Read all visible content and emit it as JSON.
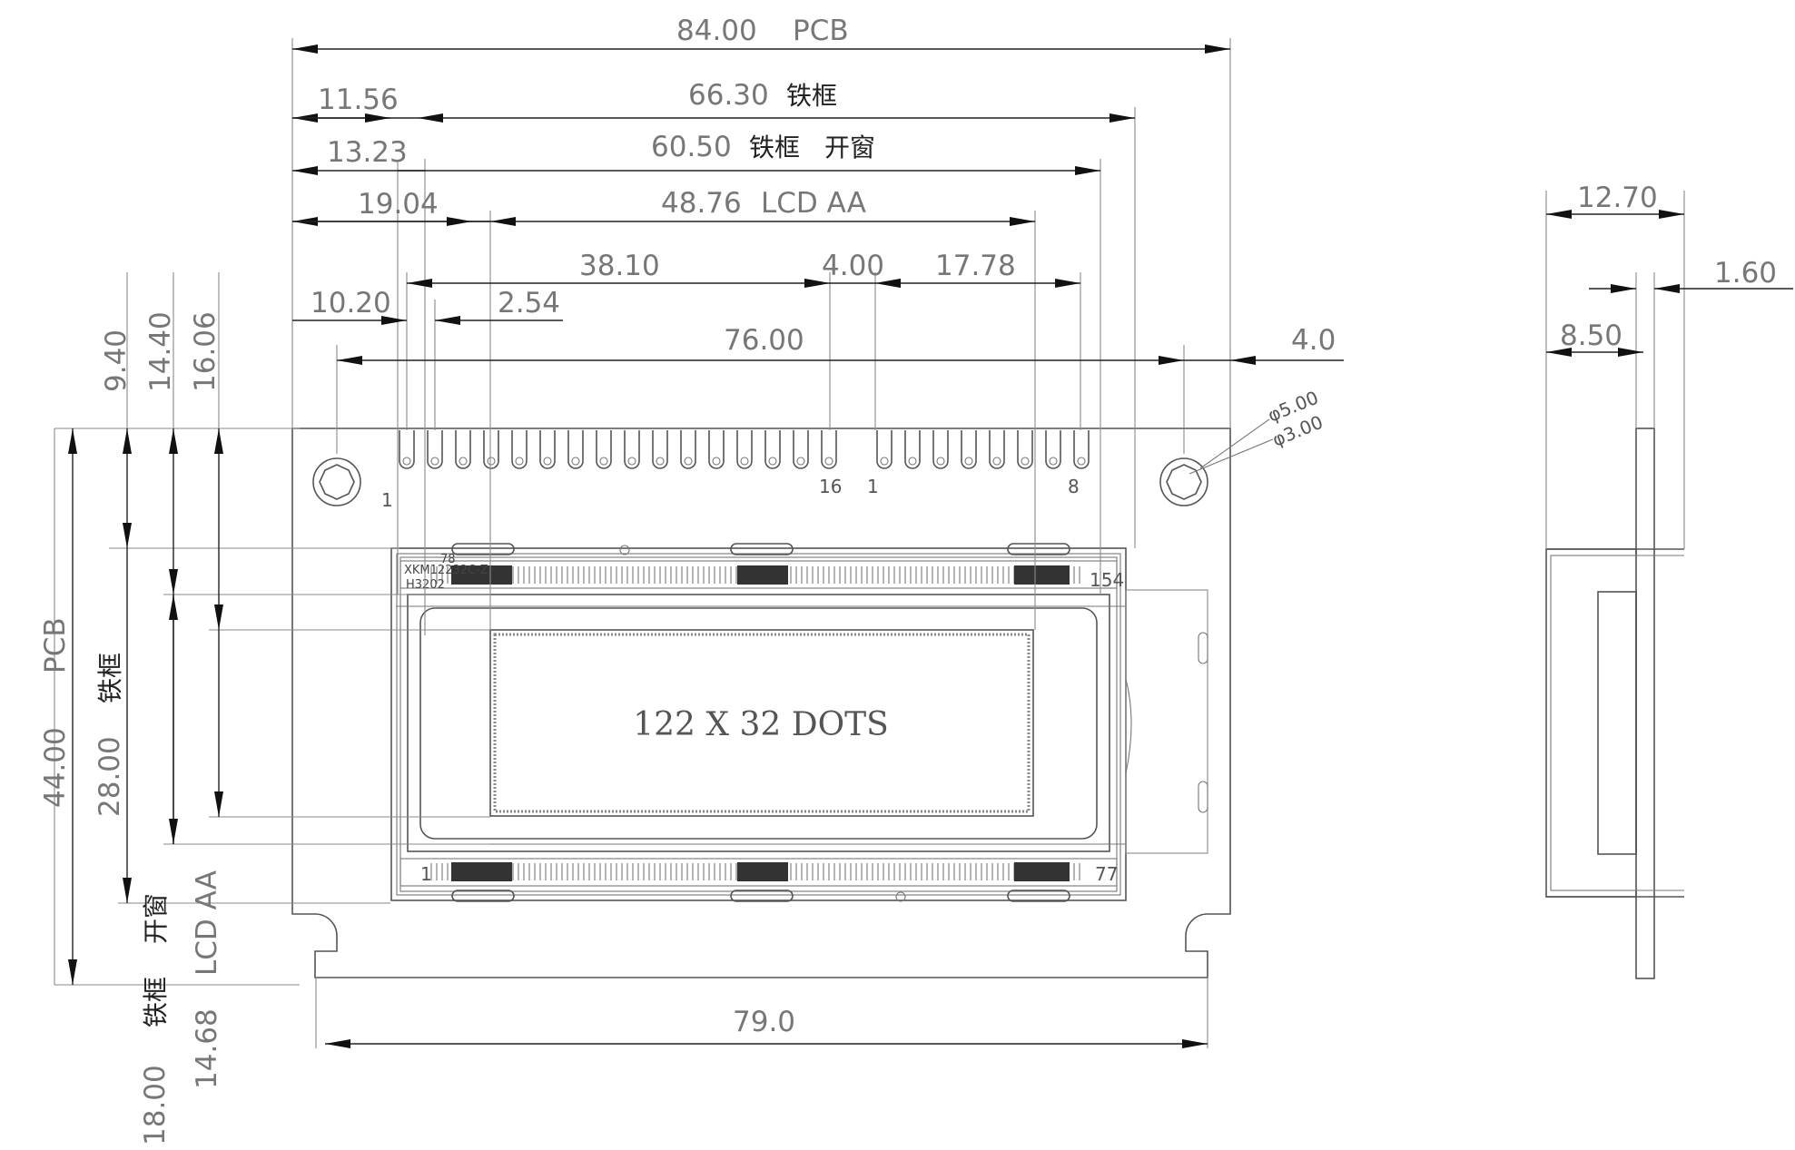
{
  "drawing": {
    "center_label": "122 X 32 DOTS",
    "pin_labels": {
      "p1": "1",
      "p16": "16",
      "p1b": "1",
      "p8": "8"
    },
    "glass_labels": {
      "tl": "78",
      "tr": "154",
      "bl": "1",
      "br": "77",
      "code1": "XKM12232C-Z",
      "code2": "H3202"
    },
    "holes": {
      "outer": "φ5.00",
      "inner": "φ3.00"
    }
  },
  "dimensions": {
    "pcb_w_val": "84.00",
    "pcb_w_txt": "PCB",
    "frame_w_val": "66.30",
    "frame_w_txt": "铁框",
    "window_w_val": "60.50",
    "window_w_txt1": "铁框",
    "window_w_txt2": "开窗",
    "aa_w_val": "48.76",
    "aa_w_txt": "LCD AA",
    "d_11_56": "11.56",
    "d_13_23": "13.23",
    "d_19_04": "19.04",
    "d_38_10": "38.10",
    "d_4_00": "4.00",
    "d_17_78": "17.78",
    "d_10_20": "10.20",
    "d_2_54": "2.54",
    "d_76_00": "76.00",
    "d_4_0": "4.0",
    "d_79_0": "79.0",
    "v_9_40": "9.40",
    "v_14_40": "14.40",
    "v_16_06": "16.06",
    "v_pcb_val": "44.00",
    "v_pcb_txt": "PCB",
    "v_frame_val": "28.00",
    "v_frame_txt": "铁框",
    "v_win_val": "18.00",
    "v_win_txt1": "铁框",
    "v_win_txt2": "开窗",
    "v_aa_val": "14.68",
    "v_aa_txt": "LCD AA",
    "s_12_70": "12.70",
    "s_1_60": "1.60",
    "s_8_50": "8.50"
  }
}
